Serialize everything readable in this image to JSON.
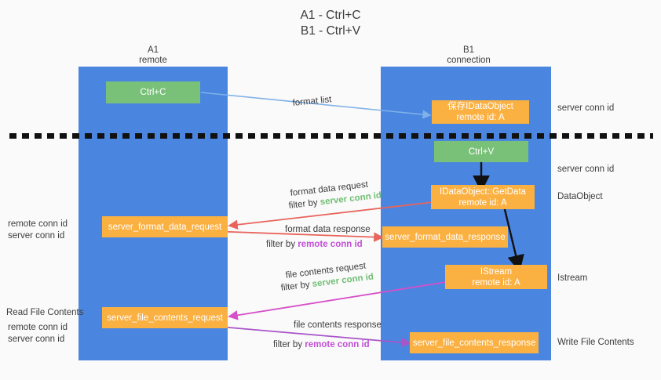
{
  "title": {
    "line1": "A1 - Ctrl+C",
    "line2": "B1 - Ctrl+V"
  },
  "lanes": [
    {
      "id": "a1",
      "name": "A1",
      "sub": "remote"
    },
    {
      "id": "b1",
      "name": "B1",
      "sub": "connection"
    }
  ],
  "nodes": {
    "ctrl_c": {
      "line1": "Ctrl+C",
      "line2": ""
    },
    "save_idataobject": {
      "line1": "保存IDataObject",
      "line2": "remote id: A"
    },
    "ctrl_v": {
      "line1": "Ctrl+V",
      "line2": ""
    },
    "idataobject_getdata": {
      "line1": "IDataObject::GetData",
      "line2": "remote id: A"
    },
    "server_format_data_request": {
      "line1": "server_format_data_request",
      "line2": ""
    },
    "server_format_data_response": {
      "line1": "server_format_data_response",
      "line2": ""
    },
    "istream": {
      "line1": "IStream",
      "line2": "remote id: A"
    },
    "server_file_contents_request": {
      "line1": "server_file_contents_request",
      "line2": ""
    },
    "server_file_contents_response": {
      "line1": "server_file_contents_response",
      "line2": ""
    }
  },
  "edge_labels": {
    "format_list": "format list",
    "format_data_request": "format data request",
    "format_data_request_filter_prefix": "filter by ",
    "format_data_request_filter_kw": "server conn id",
    "format_data_response": "format data response",
    "format_data_response_filter_prefix": "filter by ",
    "format_data_response_filter_kw": "remote conn id",
    "file_contents_request": "file contents request",
    "file_contents_request_filter_prefix": "filter by ",
    "file_contents_request_filter_kw": "server conn id",
    "file_contents_response": "file contents response",
    "file_contents_response_filter_prefix": "filter by ",
    "file_contents_response_filter_kw": "remote conn id"
  },
  "right_labels": {
    "server_conn_id_top": "server conn id",
    "server_conn_id_mid": "server conn id",
    "dataobject": "DataObject",
    "istream": "Istream",
    "write_file_contents": "Write File Contents"
  },
  "left_labels": {
    "remote_conn_id_1": "remote conn id",
    "server_conn_id_1": "server conn id",
    "read_file_contents": "Read File Contents",
    "remote_conn_id_2": "remote conn id",
    "server_conn_id_2": "server conn id"
  },
  "colors": {
    "lane": "#4a86e0",
    "node_orange": "#fbb042",
    "node_green": "#79c178",
    "green_text": "#6fbf73",
    "purple_text": "#c24fd6",
    "arrow_blue": "#7fb1e8",
    "arrow_red": "#e8645c",
    "arrow_magenta": "#d64fc8",
    "arrow_purple": "#a855c8",
    "arrow_black": "#111111",
    "background": "#fafafa"
  }
}
